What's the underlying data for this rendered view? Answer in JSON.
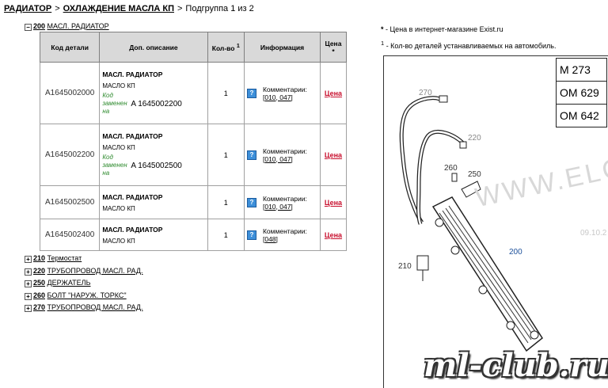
{
  "breadcrumb": {
    "item1": "РАДИАТОР",
    "sep1": ">",
    "item2": "ОХЛАЖДЕНИЕ МАСЛА КП",
    "sep2": ">",
    "current": "Подгруппа 1 из 2"
  },
  "group": {
    "toggle": "−",
    "number": "200",
    "label": "МАСЛ. РАДИАТОР"
  },
  "table": {
    "headers": {
      "code": "Код детали",
      "desc": "Доп. описание",
      "qty": "Кол-во",
      "qty_sup": "1",
      "info": "Информация",
      "price": "Цена",
      "price_star": "*"
    },
    "rows": [
      {
        "code": "A1645002000",
        "name": "МАСЛ. РАДИАТОР",
        "sub": "МАСЛО КП",
        "replaced_label": "Код заменен на",
        "replaced_code": "A 1645002200",
        "qty": "1",
        "info_label": "Комментарии:",
        "info_refs": "[010, 047]",
        "price": "Цена"
      },
      {
        "code": "A1645002200",
        "name": "МАСЛ. РАДИАТОР",
        "sub": "МАСЛО КП",
        "replaced_label": "Код заменен на",
        "replaced_code": "A 1645002500",
        "qty": "1",
        "info_label": "Комментарии:",
        "info_refs": "[010, 047]",
        "price": "Цена"
      },
      {
        "code": "A1645002500",
        "name": "МАСЛ. РАДИАТОР",
        "sub": "МАСЛО КП",
        "qty": "1",
        "info_label": "Комментарии:",
        "info_refs": "[010, 047]",
        "price": "Цена"
      },
      {
        "code": "A1645002400",
        "name": "МАСЛ. РАДИАТОР",
        "sub": "МАСЛО КП",
        "qty": "1",
        "info_label": "Комментарии:",
        "info_refs": "[048]",
        "price": "Цена"
      }
    ]
  },
  "subgroups": [
    {
      "toggle": "+",
      "number": "210",
      "label": "Термостат"
    },
    {
      "toggle": "+",
      "number": "220",
      "label": "ТРУБОПРОВОД МАСЛ. РАД."
    },
    {
      "toggle": "+",
      "number": "250",
      "label": "ДЕРЖАТЕЛЬ"
    },
    {
      "toggle": "+",
      "number": "260",
      "label": "БОЛТ \"НАРУЖ. ТОРКС\""
    },
    {
      "toggle": "+",
      "number": "270",
      "label": "ТРУБОПРОВОД МАСЛ. РАД."
    }
  ],
  "notes": {
    "star_mark": "*",
    "star_text": "- Цена в интернет-магазине Exist.ru",
    "one_mark": "1",
    "one_text": "- Кол-во деталей устанавливаемых на автомобиль."
  },
  "diagram": {
    "engines": [
      "M 273",
      "OM 629",
      "OM 642"
    ],
    "callouts": {
      "c270": "270",
      "c220": "220",
      "c260": "260",
      "c250": "250",
      "c200": "200",
      "c210": "210"
    },
    "watermark": "WWW.ELC",
    "watermark_date": "09.10.2",
    "site_logo": "ml-club.ru"
  },
  "colors": {
    "price_link": "#c8102e",
    "replaced_label": "#2d8a2d",
    "header_bg": "#d9d9d9",
    "info_icon": "#3d8fd9"
  }
}
